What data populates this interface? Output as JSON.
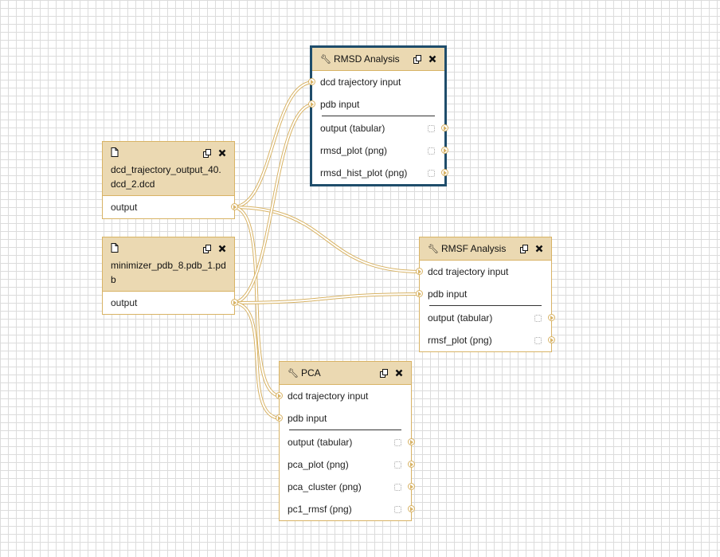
{
  "colors": {
    "node_border": "#d8b365",
    "node_header": "#ebd9b2",
    "wire": "#d8b365",
    "selected_border": "#1f4d6b"
  },
  "icons": {
    "file": "file-icon",
    "tool": "wrench-icon",
    "copy": "copy-icon",
    "close": "close-icon",
    "mark": "checkbox-icon"
  },
  "nodes": {
    "dcd_input": {
      "filename": "dcd_trajectory_output_40.dcd_2.dcd",
      "output": "output"
    },
    "pdb_input": {
      "filename": "minimizer_pdb_8.pdb_1.pdb",
      "output": "output"
    },
    "rmsd": {
      "title": "RMSD Analysis",
      "inputs": [
        "dcd trajectory input",
        "pdb input"
      ],
      "outputs": [
        "output (tabular)",
        "rmsd_plot (png)",
        "rmsd_hist_plot (png)"
      ]
    },
    "rmsf": {
      "title": "RMSF Analysis",
      "inputs": [
        "dcd trajectory input",
        "pdb input"
      ],
      "outputs": [
        "output (tabular)",
        "rmsf_plot (png)"
      ]
    },
    "pca": {
      "title": "PCA",
      "inputs": [
        "dcd trajectory input",
        "pdb input"
      ],
      "outputs": [
        "output (tabular)",
        "pca_plot (png)",
        "pca_cluster (png)",
        "pc1_rmsf (png)"
      ]
    }
  }
}
